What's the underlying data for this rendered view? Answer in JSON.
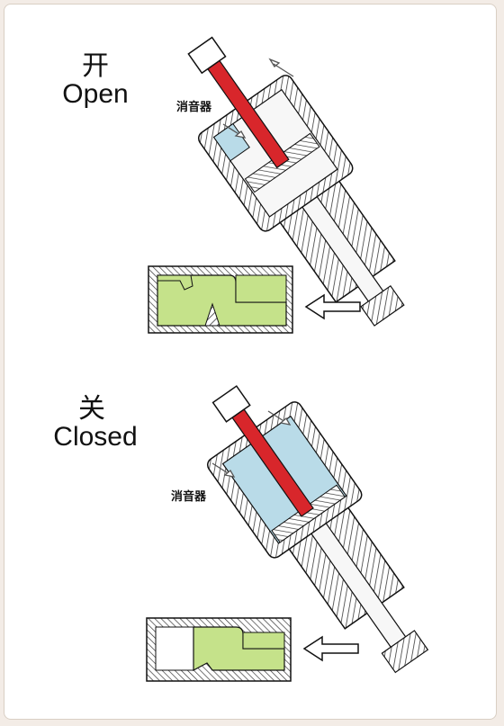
{
  "open": {
    "state_cn": "开",
    "state_en": "Open",
    "muffler_label": "消音器"
  },
  "closed": {
    "state_cn": "关",
    "state_en": "Closed",
    "muffler_label": "消音器"
  },
  "colors": {
    "fluid": "#c5e28a",
    "air": "#b9dbe8",
    "stem": "#d8262b",
    "metal": "#f7f7f7",
    "hatch": "#333333",
    "outline": "#111111"
  }
}
